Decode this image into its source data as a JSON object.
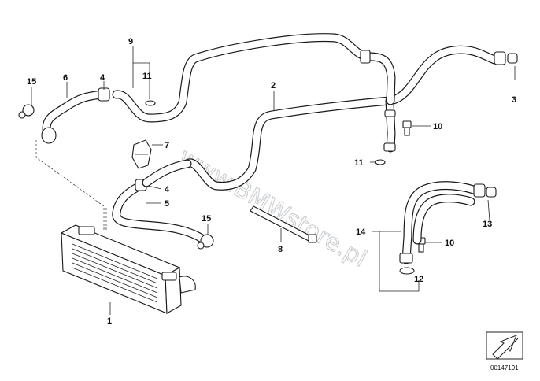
{
  "diagram": {
    "labels": {
      "p1": "1",
      "p2": "2",
      "p3": "3",
      "p4a": "4",
      "p4b": "4",
      "p5": "5",
      "p6": "6",
      "p7": "7",
      "p8": "8",
      "p9": "9",
      "p10a": "10",
      "p10b": "10",
      "p11a": "11",
      "p11b": "11",
      "p12": "12",
      "p13": "13",
      "p14": "14",
      "p15a": "15",
      "p15b": "15"
    },
    "watermark": "www.BMWstore.pl",
    "diagram_number": "00147191"
  }
}
